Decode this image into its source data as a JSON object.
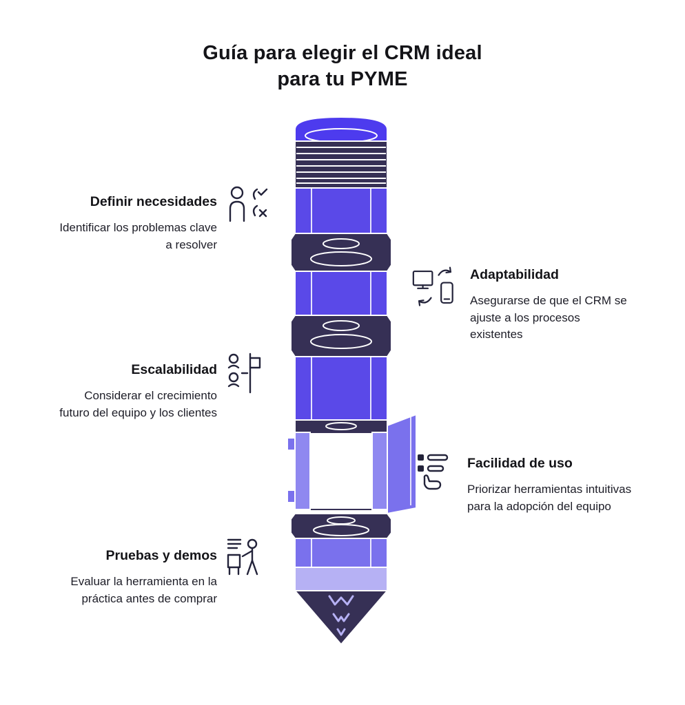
{
  "title": {
    "line1": "Guía para elegir el CRM ideal",
    "line2": "para tu PYME"
  },
  "steps": [
    {
      "id": "definir-necesidades",
      "side": "left",
      "title": "Definir necesidades",
      "description": "Identificar los problemas clave a resolver",
      "icon": "person-checklist-icon"
    },
    {
      "id": "adaptabilidad",
      "side": "right",
      "title": "Adaptabilidad",
      "description": "Asegurarse de que el CRM se ajuste a los procesos existentes",
      "icon": "devices-sync-icon"
    },
    {
      "id": "escalabilidad",
      "side": "left",
      "title": "Escalabilidad",
      "description": "Considerar el crecimiento futuro del equipo y los clientes",
      "icon": "team-growth-icon"
    },
    {
      "id": "facilidad-de-uso",
      "side": "right",
      "title": "Facilidad de uso",
      "description": "Priorizar herramientas intuitivas para la adopción del equipo",
      "icon": "checklist-hand-icon"
    },
    {
      "id": "pruebas-y-demos",
      "side": "left",
      "title": "Pruebas y demos",
      "description": "Evaluar la herramienta en la práctica antes de comprar",
      "icon": "demo-presentation-icon"
    }
  ],
  "colors": {
    "pencil_bright_purple": "#4d3bee",
    "pencil_purple": "#5a49e8",
    "pencil_mid_purple": "#7a71ed",
    "pencil_lavender": "#b6b1f4",
    "pencil_dark_navy": "#363055",
    "outline_white": "#ffffff",
    "text": "#141418"
  }
}
